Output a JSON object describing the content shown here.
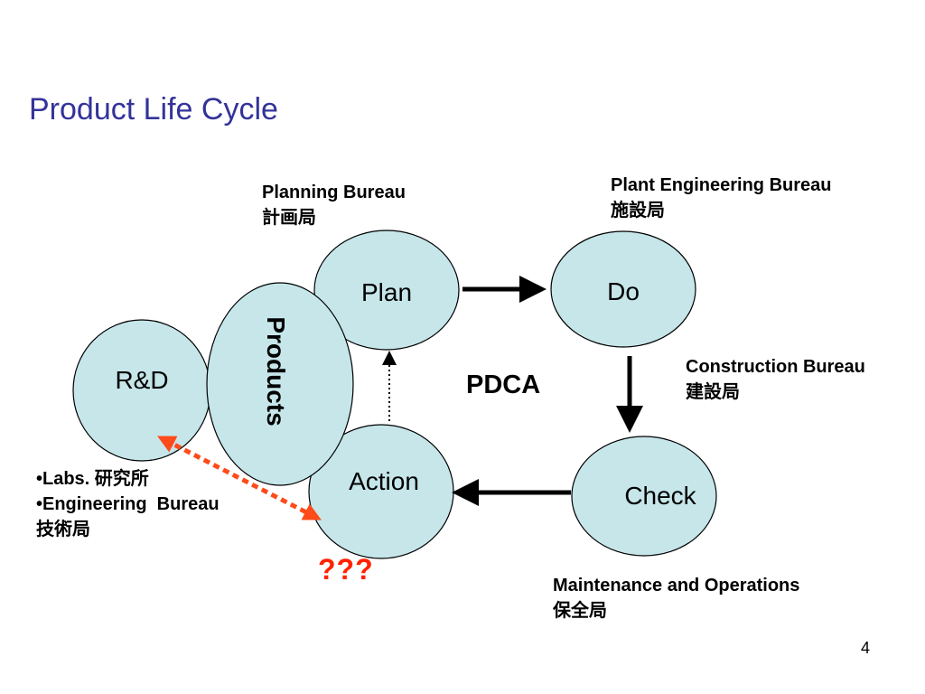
{
  "title": "Product Life Cycle",
  "nodes": {
    "plan": "Plan",
    "do": "Do",
    "check": "Check",
    "action": "Action",
    "rnd": "R&D",
    "products": "Products"
  },
  "center_label": "PDCA",
  "labels": {
    "planning_bureau": "Planning Bureau",
    "planning_bureau_jp": "計画局",
    "plant_engineering_bureau": "Plant Engineering Bureau",
    "plant_engineering_bureau_jp": "施設局",
    "construction_bureau": "Construction Bureau",
    "construction_bureau_jp": "建設局",
    "maintenance_operations": "Maintenance and Operations",
    "maintenance_operations_jp": "保全局",
    "labs": "•Labs. 研究所",
    "engineering_bureau": "•Engineering  Bureau",
    "engineering_bureau_jp": "技術局"
  },
  "question": "???",
  "page_number": "4",
  "colors": {
    "title": "#33339a",
    "node_fill": "#c6e6ea",
    "red_arrow": "#ff4a1a",
    "question": "#ff2200"
  }
}
